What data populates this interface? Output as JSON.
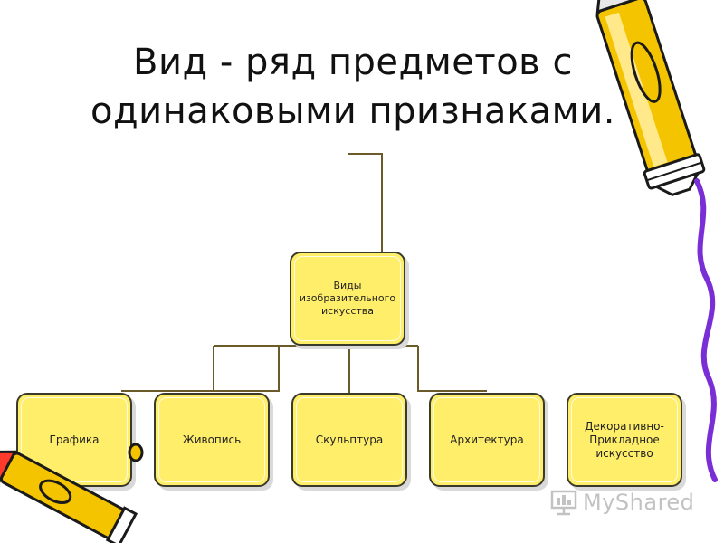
{
  "slide": {
    "title_line1": "Вид - ряд предметов с",
    "title_line2": "одинаковыми признаками."
  },
  "diagram": {
    "root": {
      "lines": [
        "Виды",
        "изобразительного",
        "искусства"
      ]
    },
    "children": [
      {
        "lines": [
          "Графика"
        ]
      },
      {
        "lines": [
          "Живопись"
        ]
      },
      {
        "lines": [
          "Скульптура"
        ]
      },
      {
        "lines": [
          "Архитектура"
        ]
      },
      {
        "lines": [
          "Декоративно-",
          "Прикладное",
          "искусство"
        ]
      }
    ]
  },
  "watermark": {
    "text": "MyShared",
    "icon": "presentation-board-icon"
  },
  "decorations": {
    "top_right": "pencil-icon",
    "bottom_left": "pencil-icon"
  },
  "colors": {
    "node_fill": "#ffee6a",
    "node_border": "#3a3a2a",
    "connector": "#6b5a2a",
    "pencil_yellow": "#f5c400",
    "pencil_purple": "#7a2fd6"
  }
}
